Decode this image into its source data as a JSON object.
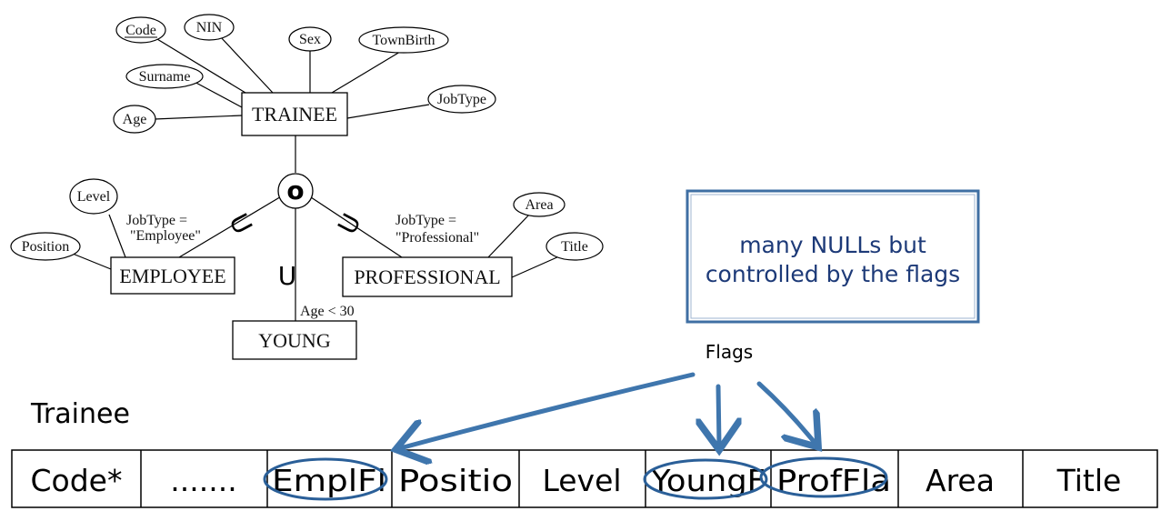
{
  "er": {
    "entities": {
      "trainee": "TRAINEE",
      "employee": "EMPLOYEE",
      "professional": "PROFESSIONAL",
      "young": "YOUNG"
    },
    "trainee_attributes": [
      "Code",
      "NIN",
      "Sex",
      "TownBirth",
      "Surname",
      "JobType",
      "Age"
    ],
    "employee_attributes": [
      "Level",
      "Position"
    ],
    "professional_attributes": [
      "Area",
      "Title"
    ],
    "overlap_symbol": "o",
    "subset_symbol": "U",
    "employee_label": [
      "JobType =",
      "\"Employee\""
    ],
    "professional_label": [
      "JobType =",
      "\"Professional\""
    ],
    "young_label": "Age < 30"
  },
  "note": {
    "lines": [
      "many NULLs but",
      "controlled by the flags"
    ]
  },
  "flags_label": "Flags",
  "table": {
    "name": "Trainee",
    "columns": [
      "Code*",
      ".......",
      "EmplFl",
      "Positio",
      "Level",
      "YoungF",
      "ProfFla",
      "Area",
      "Title"
    ]
  },
  "colors": {
    "note_text": "#1d3a78",
    "note_border": "#3f6fa3",
    "arrow": "#3f76ad",
    "flag_circle": "#2a5f98"
  }
}
